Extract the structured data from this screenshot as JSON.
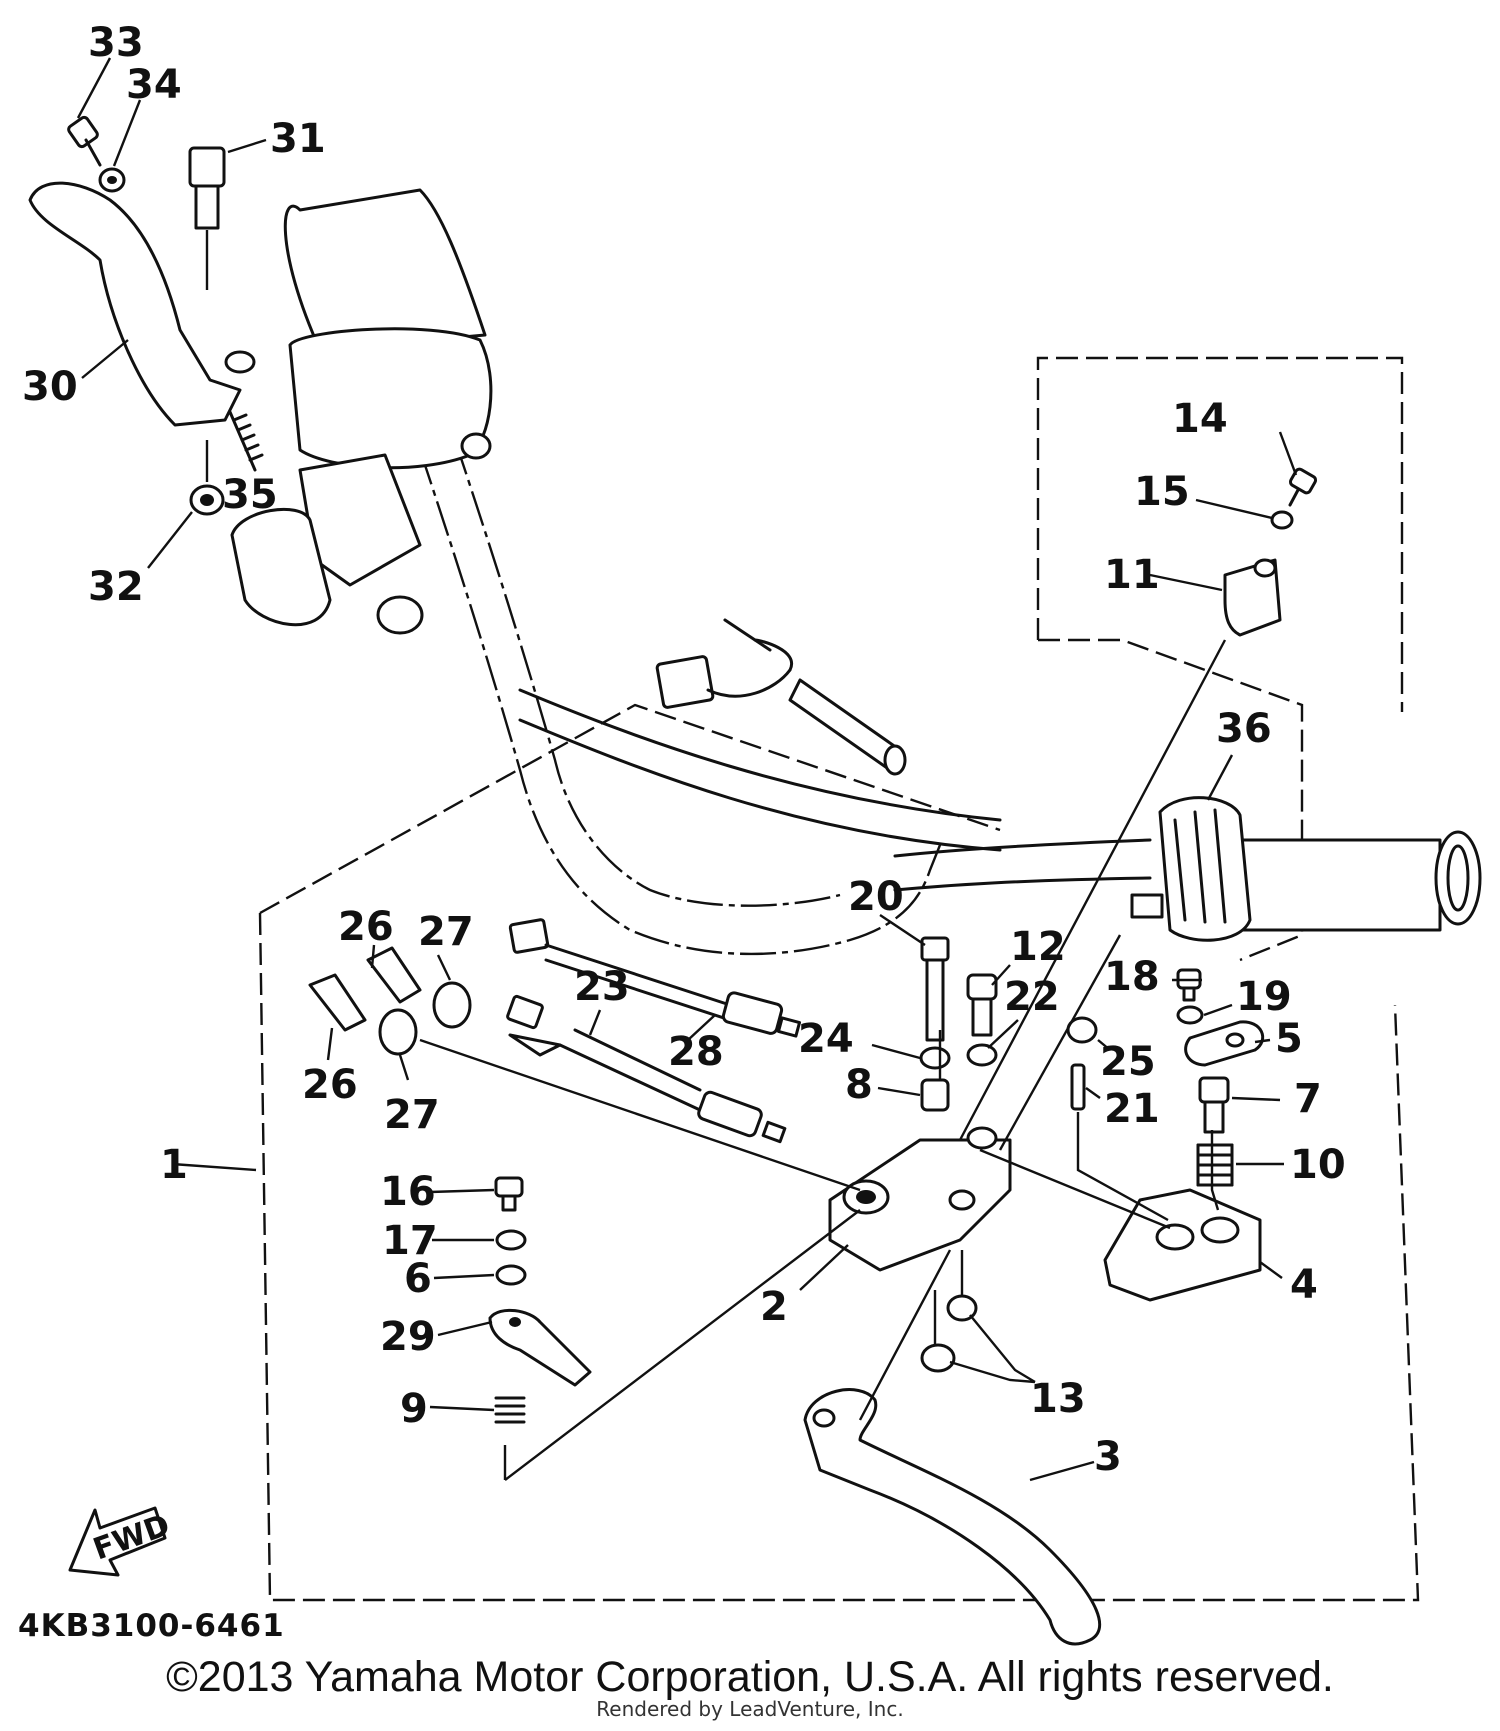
{
  "callouts": [
    {
      "id": "1",
      "label": "1"
    },
    {
      "id": "2",
      "label": "2"
    },
    {
      "id": "3",
      "label": "3"
    },
    {
      "id": "4",
      "label": "4"
    },
    {
      "id": "5",
      "label": "5"
    },
    {
      "id": "6",
      "label": "6"
    },
    {
      "id": "7",
      "label": "7"
    },
    {
      "id": "8",
      "label": "8"
    },
    {
      "id": "9",
      "label": "9"
    },
    {
      "id": "10",
      "label": "10"
    },
    {
      "id": "11",
      "label": "11"
    },
    {
      "id": "12",
      "label": "12"
    },
    {
      "id": "13",
      "label": "13"
    },
    {
      "id": "14",
      "label": "14"
    },
    {
      "id": "15",
      "label": "15"
    },
    {
      "id": "16",
      "label": "16"
    },
    {
      "id": "17",
      "label": "17"
    },
    {
      "id": "18",
      "label": "18"
    },
    {
      "id": "19",
      "label": "19"
    },
    {
      "id": "20",
      "label": "20"
    },
    {
      "id": "21",
      "label": "21"
    },
    {
      "id": "22",
      "label": "22"
    },
    {
      "id": "23",
      "label": "23"
    },
    {
      "id": "24",
      "label": "24"
    },
    {
      "id": "25",
      "label": "25"
    },
    {
      "id": "26a",
      "label": "26"
    },
    {
      "id": "26b",
      "label": "26"
    },
    {
      "id": "27a",
      "label": "27"
    },
    {
      "id": "27b",
      "label": "27"
    },
    {
      "id": "28",
      "label": "28"
    },
    {
      "id": "29",
      "label": "29"
    },
    {
      "id": "30",
      "label": "30"
    },
    {
      "id": "31",
      "label": "31"
    },
    {
      "id": "32",
      "label": "32"
    },
    {
      "id": "33",
      "label": "33"
    },
    {
      "id": "34",
      "label": "34"
    },
    {
      "id": "35",
      "label": "35"
    },
    {
      "id": "36",
      "label": "36"
    }
  ],
  "fwd_arrow_label": "FWD",
  "diagram_code": "4KB3100-6461",
  "copyright": "©2013 Yamaha Motor Corporation, U.S.A. All rights reserved.",
  "rendered_by": "Rendered by LeadVenture, Inc."
}
